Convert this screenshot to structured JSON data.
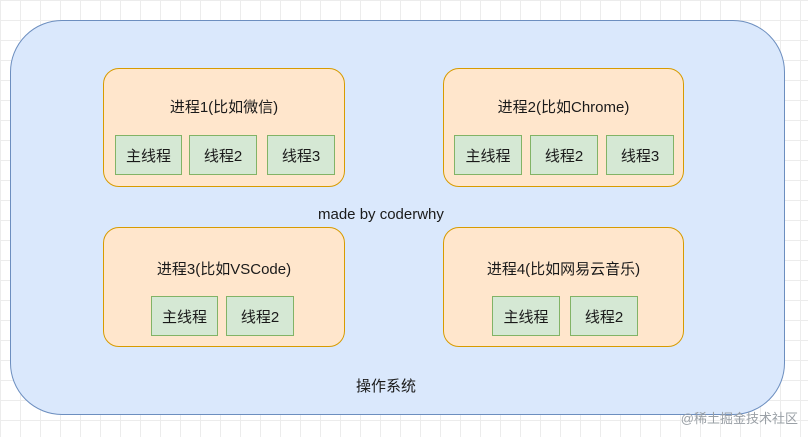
{
  "os_label": "操作系统",
  "author": "made by coderwhy",
  "processes": [
    {
      "title": "进程1(比如微信)",
      "threads": [
        "主线程",
        "线程2",
        "线程3"
      ]
    },
    {
      "title": "进程2(比如Chrome)",
      "threads": [
        "主线程",
        "线程2",
        "线程3"
      ]
    },
    {
      "title": "进程3(比如VSCode)",
      "threads": [
        "主线程",
        "线程2"
      ]
    },
    {
      "title": "进程4(比如网易云音乐)",
      "threads": [
        "主线程",
        "线程2"
      ]
    }
  ],
  "watermark": "@稀土掘金技术社区",
  "colors": {
    "os_fill": "#dae8fc",
    "os_stroke": "#6c8ebf",
    "process_fill": "#ffe6cc",
    "process_stroke": "#d79b00",
    "thread_fill": "#d5e8d4",
    "thread_stroke": "#82b366"
  }
}
